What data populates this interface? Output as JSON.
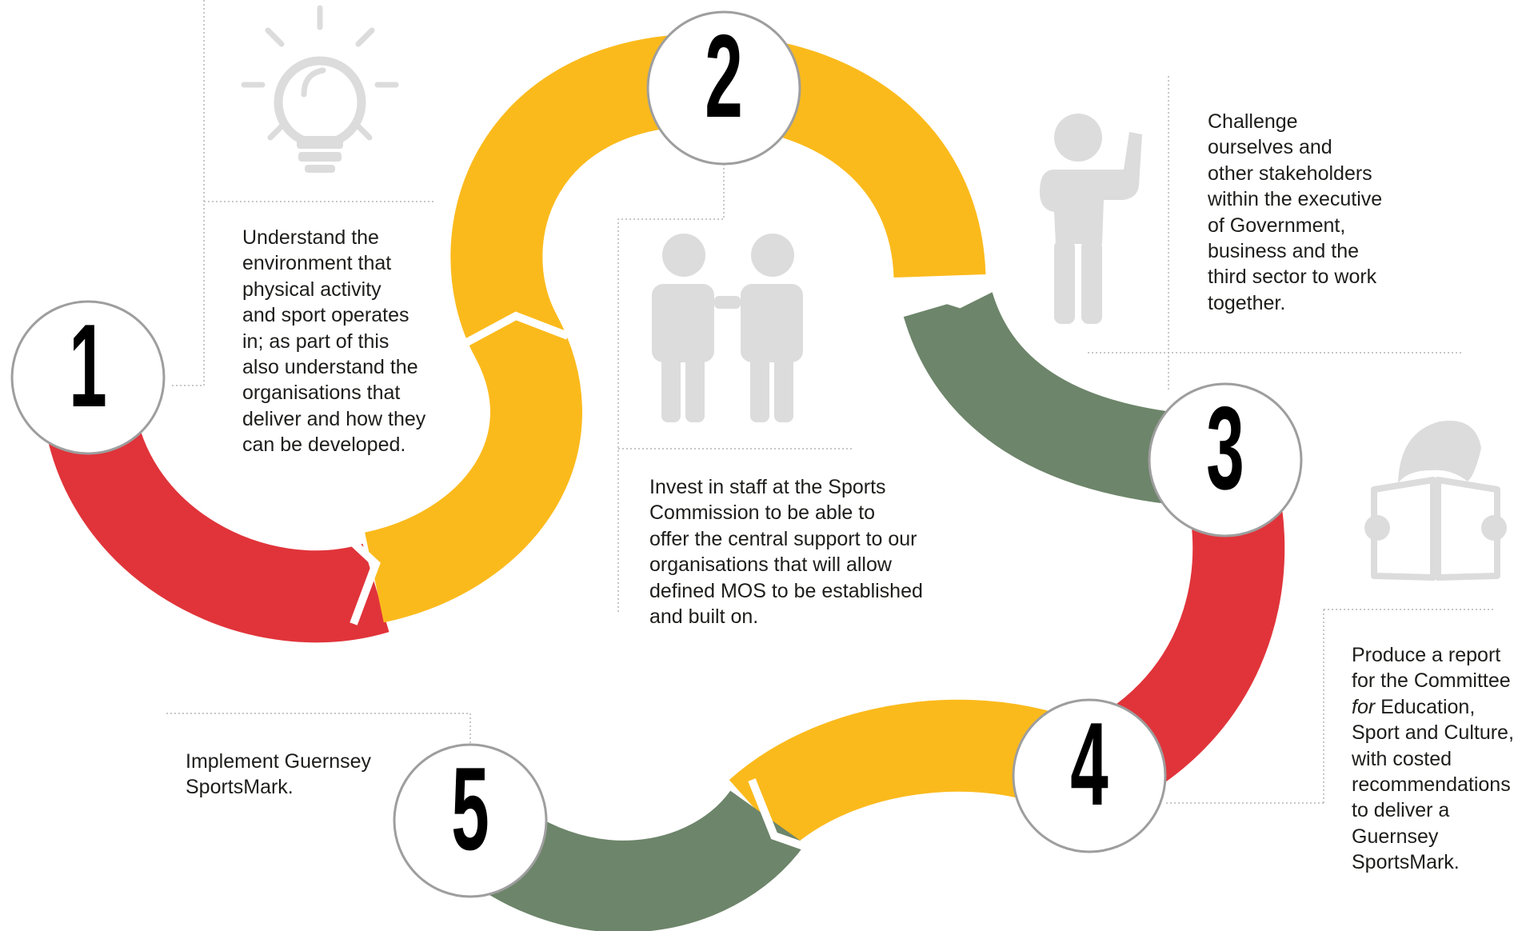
{
  "colors": {
    "red": "#E0343A",
    "yellow": "#FBBA1C",
    "green": "#6D856A",
    "icon_grey": "#DCDCDC",
    "circle_stroke": "#9E9E9E",
    "number": "#000000",
    "text": "#1D1D1B",
    "leader_line": "#B5B5B5"
  },
  "steps": [
    {
      "number": "1",
      "icon": "lightbulb-icon",
      "lines": [
        "Understand the",
        "environment that",
        "physical activity",
        "and sport operates",
        "in; as part of this",
        "also understand the",
        "organisations that",
        "deliver and how they",
        "can be developed."
      ]
    },
    {
      "number": "2",
      "icon": "two-people-icon",
      "lines": [
        "Invest in staff at the Sports",
        "Commission to be able to",
        "offer the central support to our",
        "organisations that will allow",
        "defined MOS to be established",
        "and built on."
      ]
    },
    {
      "number": "3",
      "icon": "person-pointing-icon",
      "lines": [
        "Challenge",
        "ourselves and",
        "other stakeholders",
        "within the executive",
        "of Government,",
        "business and the",
        "third sector to work",
        "together."
      ]
    },
    {
      "number": "4",
      "icon": "person-reading-icon",
      "line_1": "Produce a report",
      "line_2": "for the Committee",
      "line_3_em": "for",
      "line_3_rest": " Education,",
      "line_4": "Sport and Culture,",
      "line_5": "with costed",
      "line_6": "recommendations",
      "line_7": "to deliver a",
      "line_8": "Guernsey",
      "line_9": "SportsMark."
    },
    {
      "number": "5",
      "lines": [
        "Implement Guernsey",
        "SportsMark."
      ]
    }
  ]
}
